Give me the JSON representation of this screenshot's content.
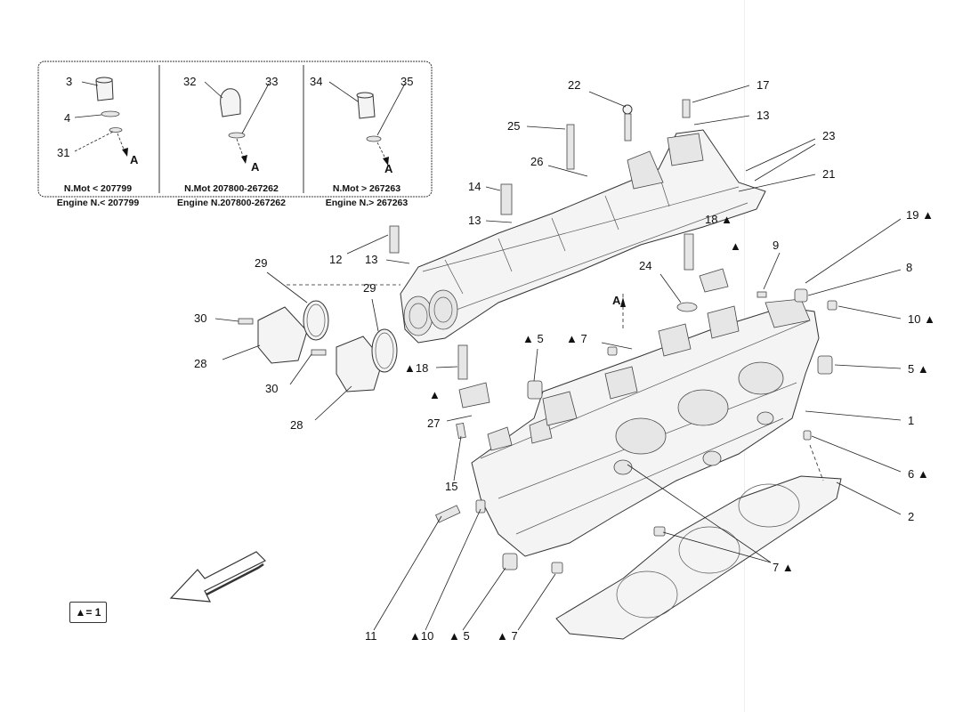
{
  "inset": {
    "panels": [
      {
        "labels": [
          "3",
          "4",
          "31"
        ],
        "letter": "A",
        "line1": "N.Mot < 207799",
        "line2": "Engine N.< 207799"
      },
      {
        "labels": [
          "32",
          "33"
        ],
        "letter": "A",
        "line1": "N.Mot 207800-267262",
        "line2": "Engine N.207800-267262"
      },
      {
        "labels": [
          "34",
          "35"
        ],
        "letter": "A",
        "line1": "N.Mot > 267263",
        "line2": "Engine N.> 267263"
      }
    ]
  },
  "callouts": {
    "c22": "22",
    "c17": "17",
    "c25": "25",
    "c13a": "13",
    "c23": "23",
    "c26": "26",
    "c21": "21",
    "c14": "14",
    "c13b": "13",
    "c18a": "18 ▲",
    "c19": "19 ▲",
    "c12": "12",
    "c13c": "13",
    "c29a": "29",
    "c9": "9",
    "c8": "8",
    "cA1": "▲",
    "c24": "24",
    "cA2": "A",
    "c29b": "29",
    "c30a": "30",
    "c10a": "10 ▲",
    "c5a": "▲ 5",
    "c7a": "▲ 7",
    "c28a": "28",
    "c5b": "5 ▲",
    "c18b": "▲18",
    "c30b": "30",
    "cA3": "▲",
    "c1": "1",
    "c27": "27",
    "c28b": "28",
    "c6": "6 ▲",
    "c15": "15",
    "c2": "2",
    "c7b": "7 ▲",
    "c11": "11",
    "c10b": "▲10",
    "c5c": "▲ 5",
    "c7c": "▲ 7"
  },
  "legend": {
    "text": "▲= 1"
  }
}
